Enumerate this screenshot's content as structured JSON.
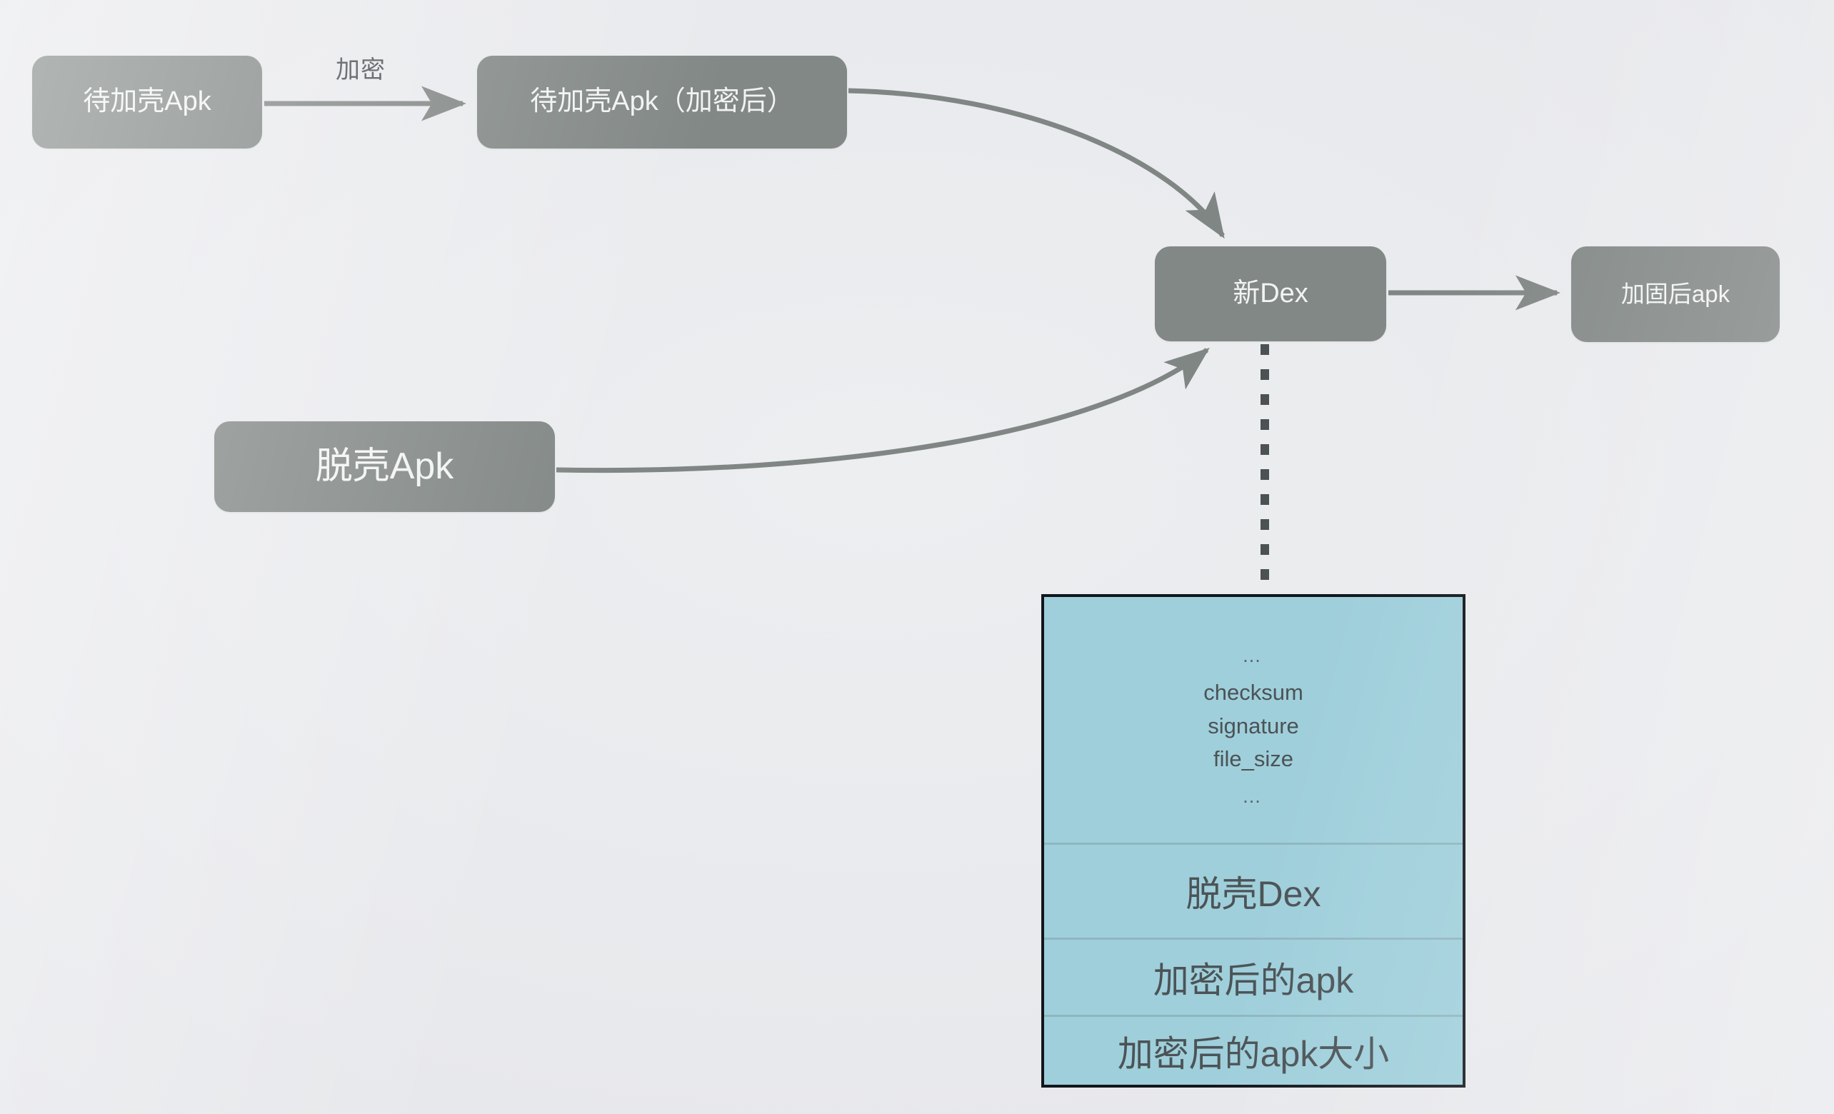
{
  "diagram": {
    "title": "APK reinforcement / shelling flow",
    "background_color": "#e9eaec",
    "node_fill": "#828886",
    "node_text_color": "#f2f4f3",
    "edge_color": "#808684",
    "struct_fill": "#9fcfdb",
    "struct_border": "#12161c",
    "struct_text_color": "#4b5356"
  },
  "nodes": {
    "apk_plain": {
      "label": "待加壳Apk"
    },
    "apk_encrypted": {
      "label": "待加壳Apk（加密后）"
    },
    "new_dex": {
      "label": "新Dex"
    },
    "hardened_apk": {
      "label": "加固后apk"
    },
    "unshell_apk": {
      "label": "脱壳Apk"
    }
  },
  "edges": {
    "encrypt_label": "加密"
  },
  "dex_struct": {
    "header_lines": [
      "…",
      "checksum",
      "signature",
      "file_size",
      "…"
    ],
    "rows": [
      {
        "label": "脱壳Dex"
      },
      {
        "label": "加密后的apk"
      },
      {
        "label": "加密后的apk大小"
      }
    ]
  }
}
